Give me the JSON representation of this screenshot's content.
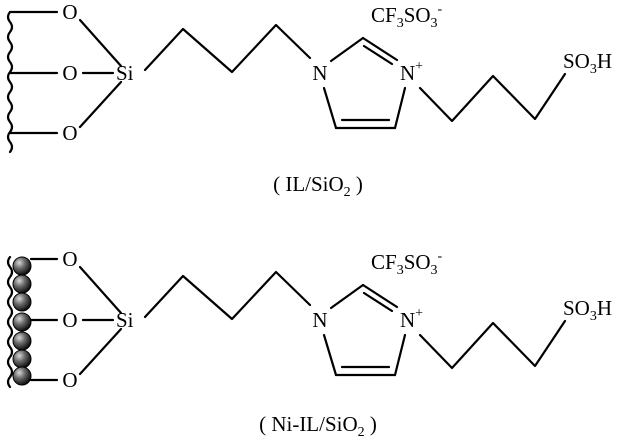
{
  "structures": [
    {
      "name": "IL/SiO2",
      "support": "wavy-silica-surface",
      "atoms": {
        "o_top": "O",
        "o_mid": "O",
        "o_bot": "O",
        "si": "Si",
        "n1": "N",
        "n3": "N",
        "n3_charge": "+",
        "anion_main": "CF",
        "anion_sub1": "3",
        "anion_mid": "SO",
        "anion_sub2": "3",
        "anion_charge": "-",
        "acid_main": "SO",
        "acid_sub": "3",
        "acid_end": "H"
      },
      "caption": {
        "open": "( IL/SiO",
        "sub": "2",
        "close": " )"
      }
    },
    {
      "name": "Ni-IL/SiO2",
      "support": "nickel-particle-surface",
      "atoms": {
        "o_top": "O",
        "o_mid": "O",
        "o_bot": "O",
        "si": "Si",
        "n1": "N",
        "n3": "N",
        "n3_charge": "+",
        "anion_main": "CF",
        "anion_sub1": "3",
        "anion_mid": "SO",
        "anion_sub2": "3",
        "anion_charge": "-",
        "acid_main": "SO",
        "acid_sub": "3",
        "acid_end": "H"
      },
      "caption": {
        "open": "( Ni-IL/SiO",
        "sub": "2",
        "close": " )"
      }
    }
  ]
}
